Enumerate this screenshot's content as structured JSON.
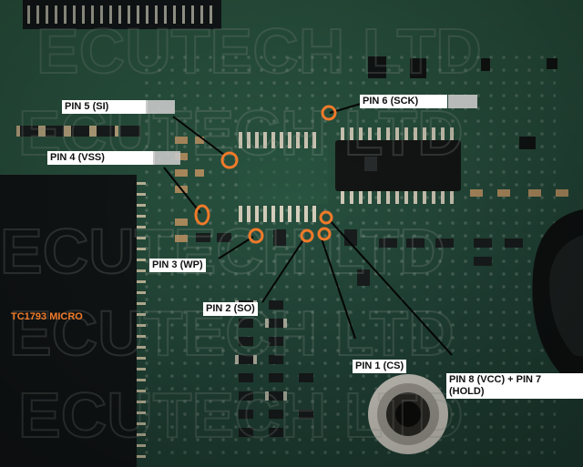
{
  "labels": {
    "pin5": "PIN 5 (SI)",
    "pin6": "PIN 6 (SCK)",
    "pin4": "PIN 4 (VSS)",
    "pin3": "PIN 3 (WP)",
    "pin2": "PIN 2 (SO)",
    "pin1": "PIN 1 (CS)",
    "pin87_line1": "PIN 8 (VCC) + PIN 7",
    "pin87_line2": "(HOLD)",
    "micro": "TC1793 MICRO"
  },
  "colors": {
    "marker": "#f07a2a",
    "board": "#2c5a44",
    "label_bg": "#ffffff"
  }
}
